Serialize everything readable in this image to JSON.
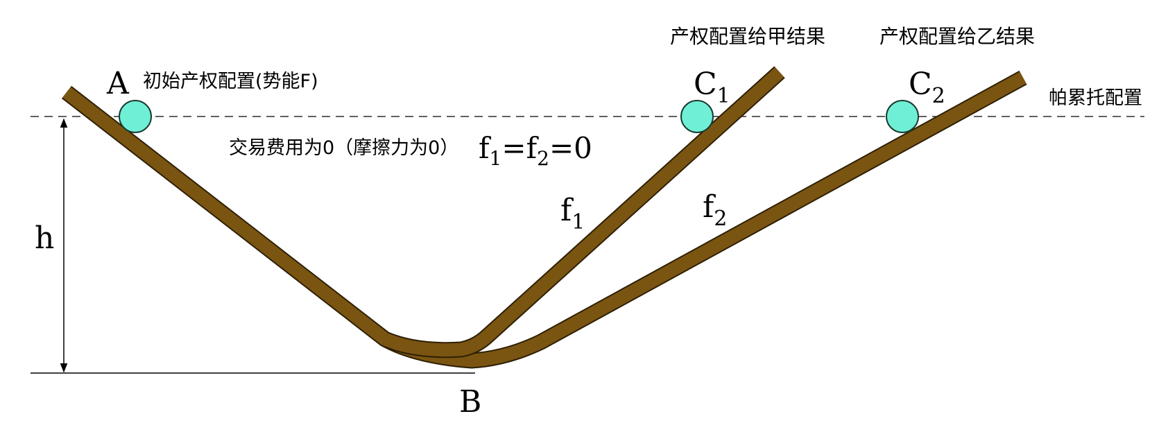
{
  "diagram": {
    "labels": {
      "point_a": "A",
      "point_b": "B",
      "point_c": "C",
      "point_c1_sub": "1",
      "point_c2_sub": "2",
      "height": "h",
      "f1_base": "f",
      "f1_sub": "1",
      "f2_base": "f",
      "f2_sub": "2",
      "eq_f": "f",
      "eq_sub1": "1",
      "eq_mid": "=f",
      "eq_sub2": "2",
      "eq_end": "=0"
    },
    "annotations": {
      "initial_allocation": "初始产权配置(势能F)",
      "result_to_jia": "产权配置给甲结果",
      "result_to_yi": "产权配置给乙结果",
      "pareto": "帕累托配置",
      "zero_cost": "交易费用为0（摩擦力为0）"
    },
    "colors": {
      "track_fill": "#7a5512",
      "track_stroke": "#2e1f04",
      "ball_fill": "#6ff0d6",
      "ball_stroke": "#1a3a32",
      "line": "#000000"
    }
  }
}
